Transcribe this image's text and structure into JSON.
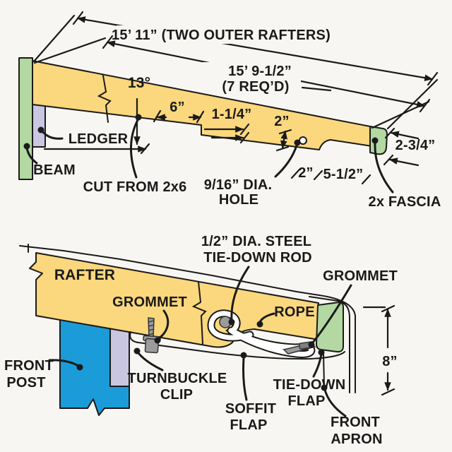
{
  "top": {
    "dim_total": "15’ 11” (TWO OUTER RAFTERS)",
    "dim_length": "15’ 9-1/2”",
    "dim_qty": "(7 REQ’D)",
    "dim_angle": "13°",
    "dim_notch_len": "6”",
    "dim_notch_depth": "1-1/4”",
    "dim_hole_up": "2”",
    "dim_hole_side": "2”",
    "dim_tail": "5-1/2”",
    "dim_fascia_depth": "2-3/4”",
    "hole_l1": "9/16” DIA.",
    "hole_l2": "HOLE",
    "ledger": "LEDGER",
    "beam": "BEAM",
    "cut_from": "CUT FROM 2x6",
    "fascia": "2x FASCIA"
  },
  "bottom": {
    "rafter": "RAFTER",
    "rod_l1": "1/2” DIA. STEEL",
    "rod_l2": "TIE-DOWN ROD",
    "grommet_left": "GROMMET",
    "grommet_right": "GROMMET",
    "rope": "ROPE",
    "post_l1": "FRONT",
    "post_l2": "POST",
    "turnbuckle_l1": "TURNBUCKLE",
    "turnbuckle_l2": "CLIP",
    "tiedown_l1": "TIE-DOWN",
    "tiedown_l2": "FLAP",
    "soffit_l1": "SOFFIT",
    "soffit_l2": "FLAP",
    "apron_l1": "FRONT",
    "apron_l2": "APRON",
    "dim_height": "8”"
  },
  "colors": {
    "background": "#f7f6f3",
    "wood": "#fbd77d",
    "beam_green": "#b3d8a2",
    "ledger_lavender": "#c9c6e1",
    "post_blue": "#1b9cd8",
    "steel_gray": "#9b9b9b",
    "line": "#1a1a1a"
  }
}
